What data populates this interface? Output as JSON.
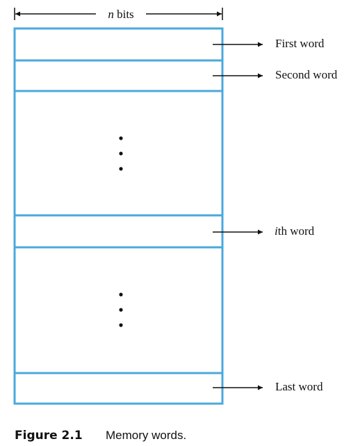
{
  "header": {
    "variable": "n",
    "unit": "bits"
  },
  "memory": {
    "accent_color": "#4aa8dd",
    "word_labels": [
      {
        "prefix": "",
        "text": "First word"
      },
      {
        "prefix": "",
        "text": "Second word"
      },
      {
        "prefix": "i",
        "text": "th word"
      },
      {
        "prefix": "",
        "text": "Last word"
      }
    ]
  },
  "caption": {
    "label": "Figure 2.1",
    "text": "Memory words."
  }
}
